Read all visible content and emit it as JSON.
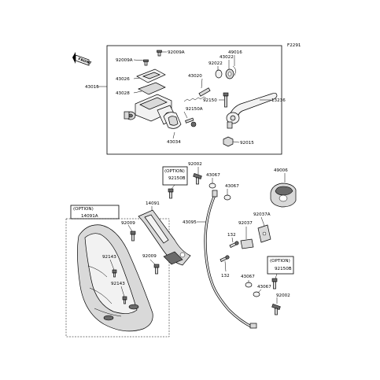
{
  "figure_code": "F2291",
  "front_label": "FRONT",
  "labels": {
    "l43015": "43015",
    "l92009a_1": "92009A",
    "l92009a_2": "92009A",
    "l43026": "43026",
    "l43028": "43028",
    "l43020": "43020",
    "l92022": "92022",
    "l43022": "43022",
    "l49016": "49016",
    "l92150": "92150",
    "l13236": "13236",
    "l92150a": "92150A",
    "l43034": "43034",
    "l92015": "92015",
    "l92002_top": "92002",
    "l92150b_1": "92150B",
    "l43067_1": "43067",
    "l43067_2": "43067",
    "l49006": "49006",
    "l14091": "14091",
    "l43095": "43095",
    "l92037a": "92037A",
    "l92037": "92037",
    "l92009_1": "92009",
    "l92009_2": "92009",
    "l132_1": "132",
    "l132_2": "132",
    "l14091a": "14091A",
    "l92143_1": "92143",
    "l92143_2": "92143",
    "l43067_3": "43067",
    "l43067_4": "43067",
    "l92150b_2": "92150B",
    "l92002_bottom": "92002"
  },
  "option_labels": {
    "opt1": "(OPTION)",
    "opt2": "(OPTION)",
    "opt3": "(OPTION)"
  }
}
